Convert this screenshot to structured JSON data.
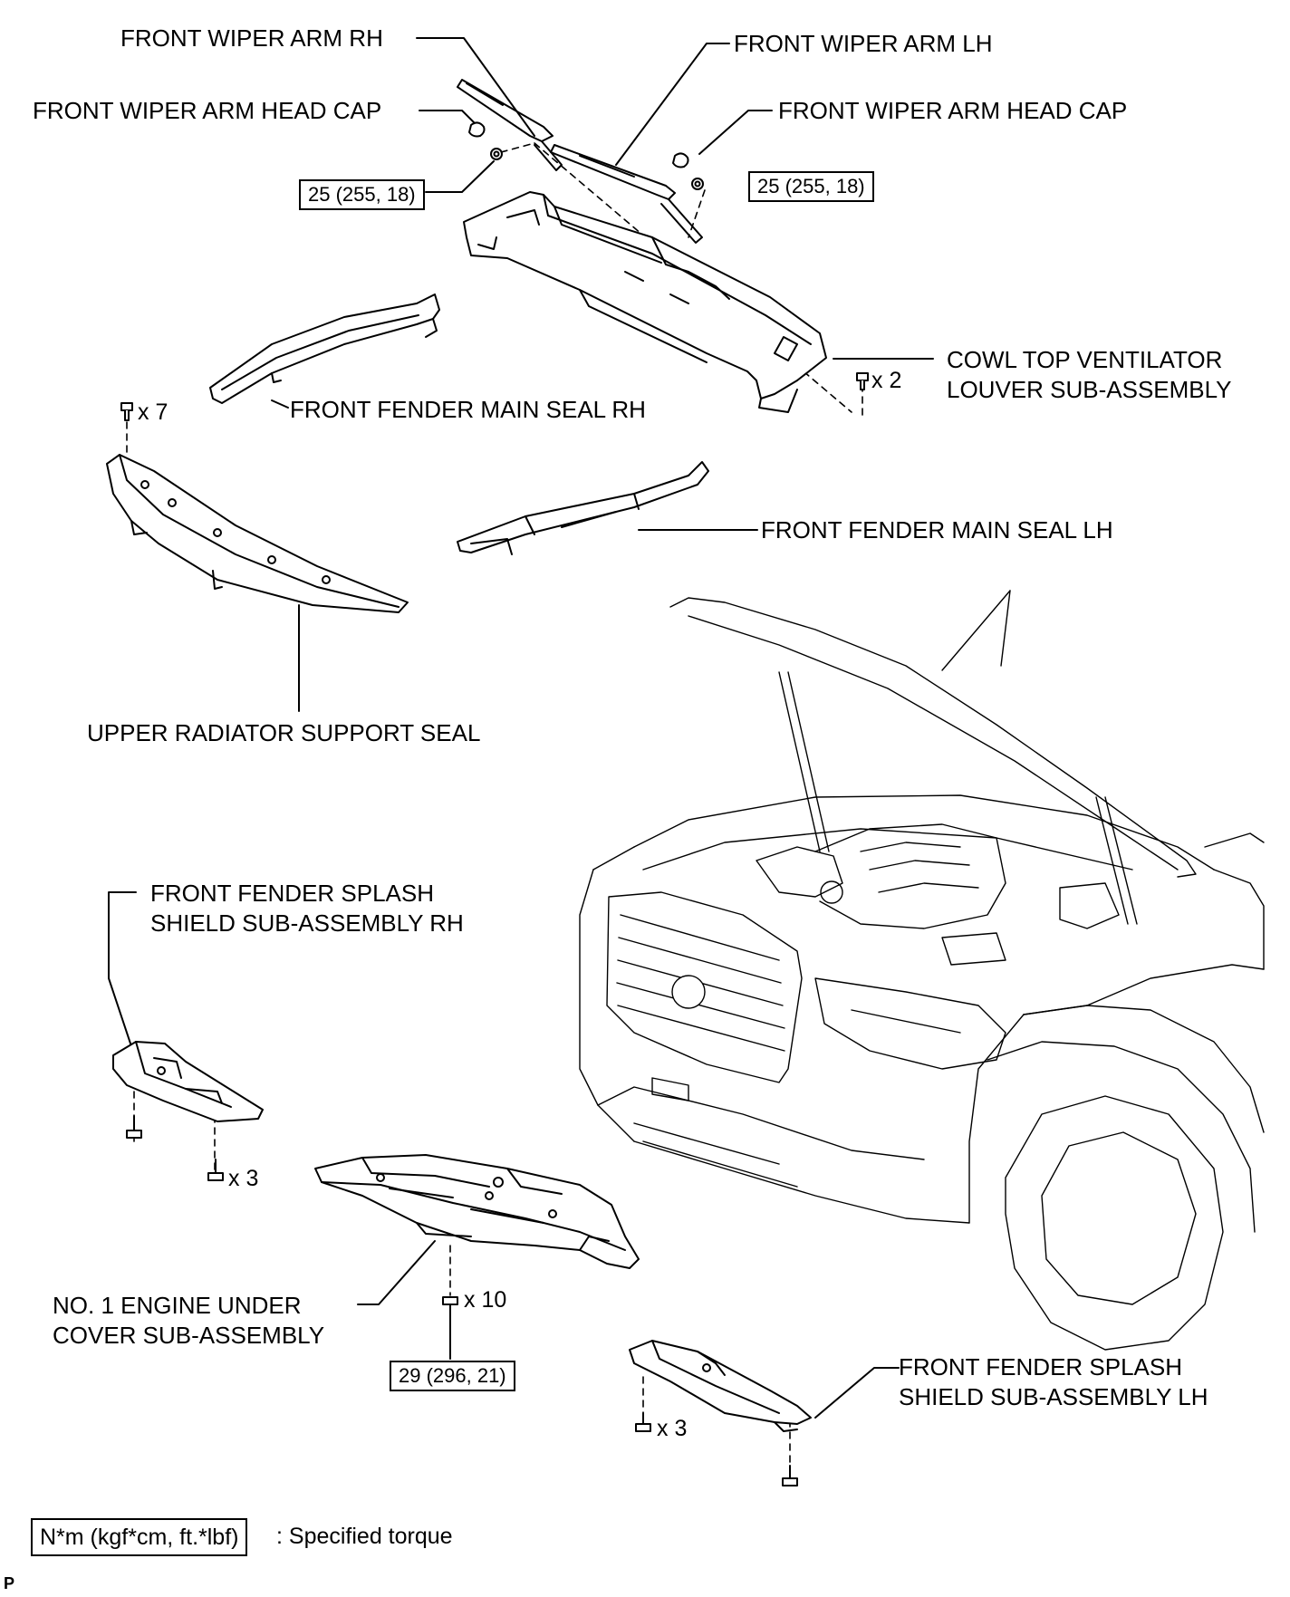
{
  "labels": {
    "wiper_arm_rh": "FRONT WIPER ARM RH",
    "wiper_arm_lh": "FRONT WIPER ARM LH",
    "head_cap_rh": "FRONT WIPER ARM HEAD CAP",
    "head_cap_lh": "FRONT WIPER ARM HEAD CAP",
    "cowl_line1": "COWL TOP VENTILATOR",
    "cowl_line2": "LOUVER SUB-ASSEMBLY",
    "fender_seal_rh": "FRONT FENDER MAIN SEAL RH",
    "fender_seal_lh": "FRONT FENDER MAIN SEAL LH",
    "radiator_seal": "UPPER RADIATOR SUPPORT SEAL",
    "splash_rh_line1": "FRONT FENDER SPLASH",
    "splash_rh_line2": "SHIELD SUB-ASSEMBLY RH",
    "under_cover_line1": "NO. 1 ENGINE UNDER",
    "under_cover_line2": "COVER SUB-ASSEMBLY",
    "splash_lh_line1": "FRONT FENDER SPLASH",
    "splash_lh_line2": "SHIELD SUB-ASSEMBLY LH"
  },
  "torques": {
    "wiper_rh": "25 (255, 18)",
    "wiper_lh": "25 (255, 18)",
    "under_cover": "29 (296, 21)"
  },
  "quantities": {
    "cowl_clips": "x 2",
    "radiator_clips": "x 7",
    "splash_rh_screws": "x 3",
    "under_cover_bolts": "x 10",
    "splash_lh_screws": "x 3"
  },
  "legend": {
    "unit": "N*m (kgf*cm, ft.*lbf)",
    "description": ": Specified torque"
  },
  "corner_mark": "P"
}
